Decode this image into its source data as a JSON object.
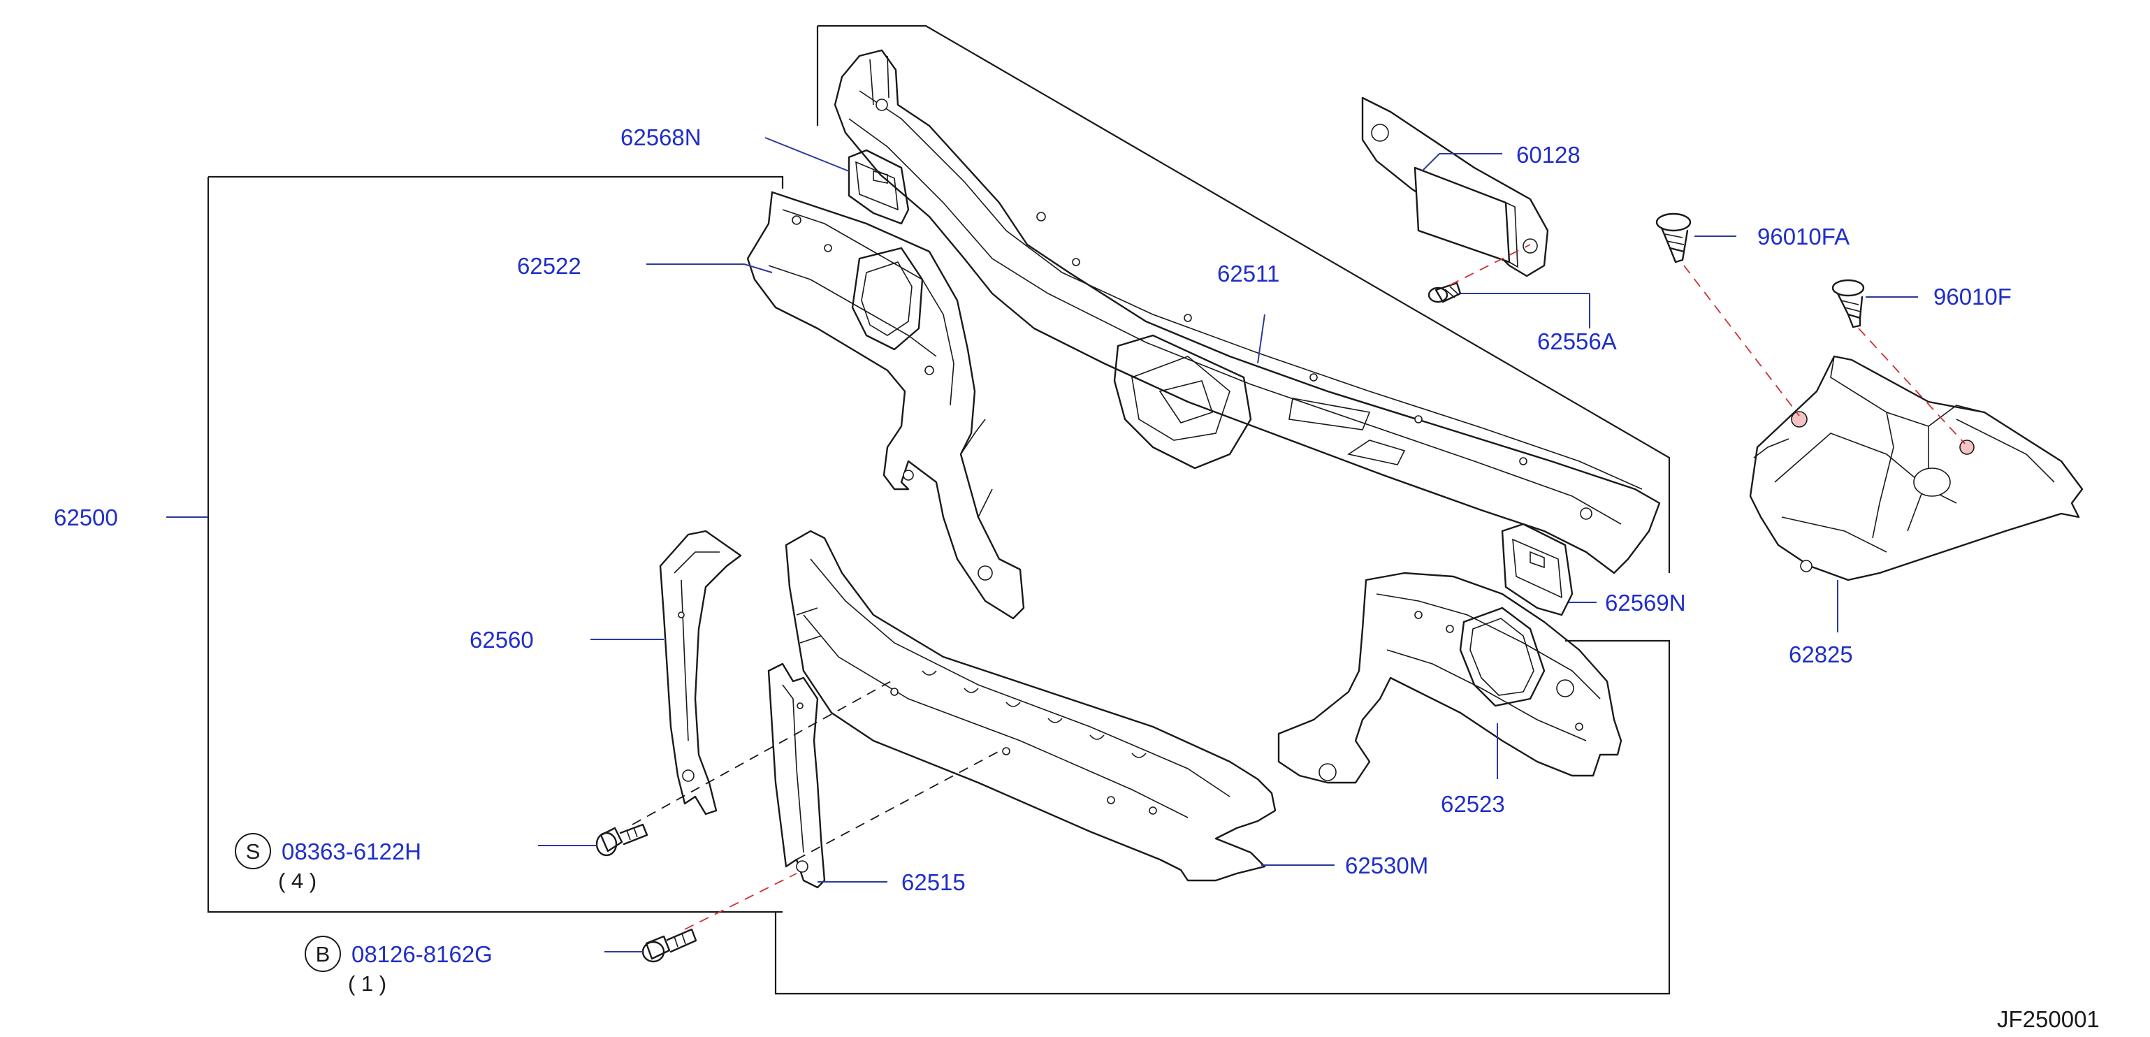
{
  "diagram_id": "JF250001",
  "callouts": {
    "p62568N": "62568N",
    "p62522": "62522",
    "p62511": "62511",
    "p60128": "60128",
    "p96010FA": "96010FA",
    "p96010F": "96010F",
    "p62556A": "62556A",
    "p62500": "62500",
    "p62569N": "62569N",
    "p62825": "62825",
    "p62560": "62560",
    "p62523": "62523",
    "p62530M": "62530M",
    "p62515": "62515"
  },
  "fasteners": {
    "bolt_s": {
      "badge": "S",
      "code": "08363-6122H",
      "qty": "( 4 )"
    },
    "bolt_b": {
      "badge": "B",
      "code": "08126-8162G",
      "qty": "( 1 )"
    }
  },
  "colors": {
    "callout_text": "#1f2ec8",
    "leader": "#2a3a9a",
    "line_art": "#1a1a1a",
    "red_dash": "#d03030"
  }
}
